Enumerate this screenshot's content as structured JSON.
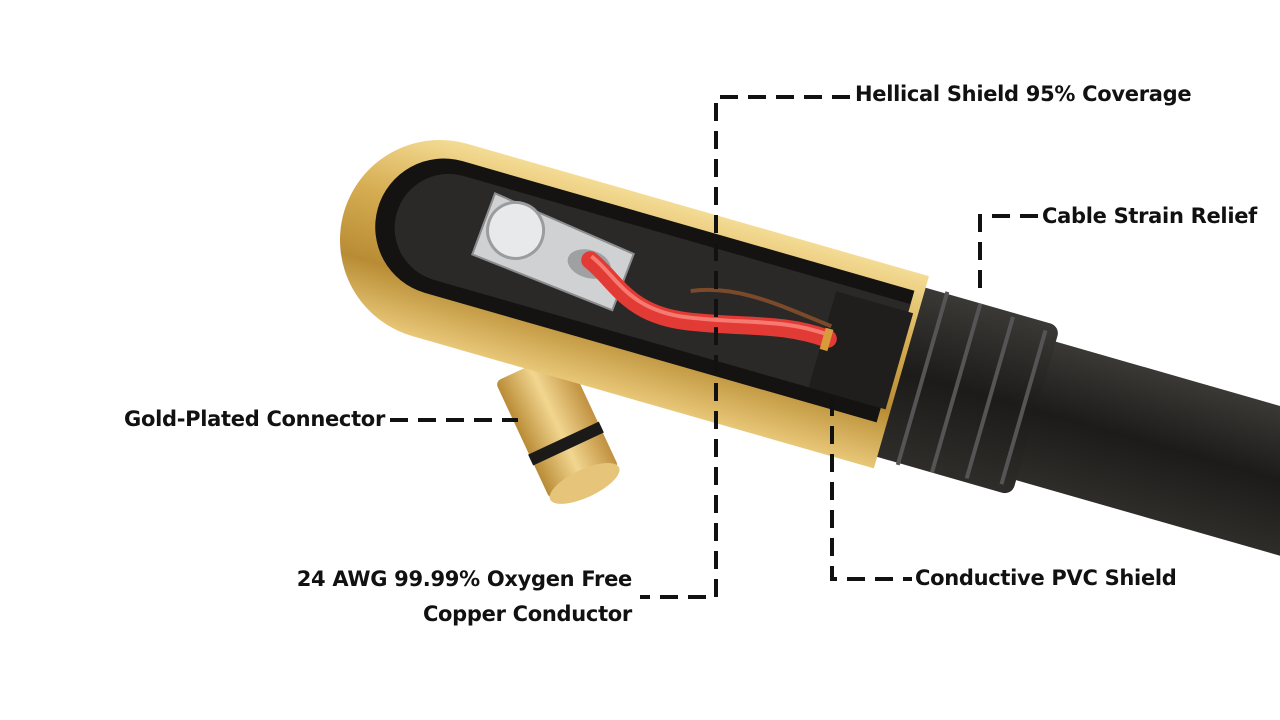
{
  "labels": {
    "helical_shield": "Hellical Shield 95% Coverage",
    "strain_relief": "Cable Strain Relief",
    "gold_connector": "Gold-Plated Connector",
    "conductor_line1": "24 AWG 99.99% Oxygen Free",
    "conductor_line2": "Copper Conductor",
    "pvc_shield": "Conductive PVC Shield"
  },
  "colors": {
    "gold": "#d9b25a",
    "cable": "#232220",
    "wire": "#e23a35",
    "callout_line": "#111111"
  }
}
